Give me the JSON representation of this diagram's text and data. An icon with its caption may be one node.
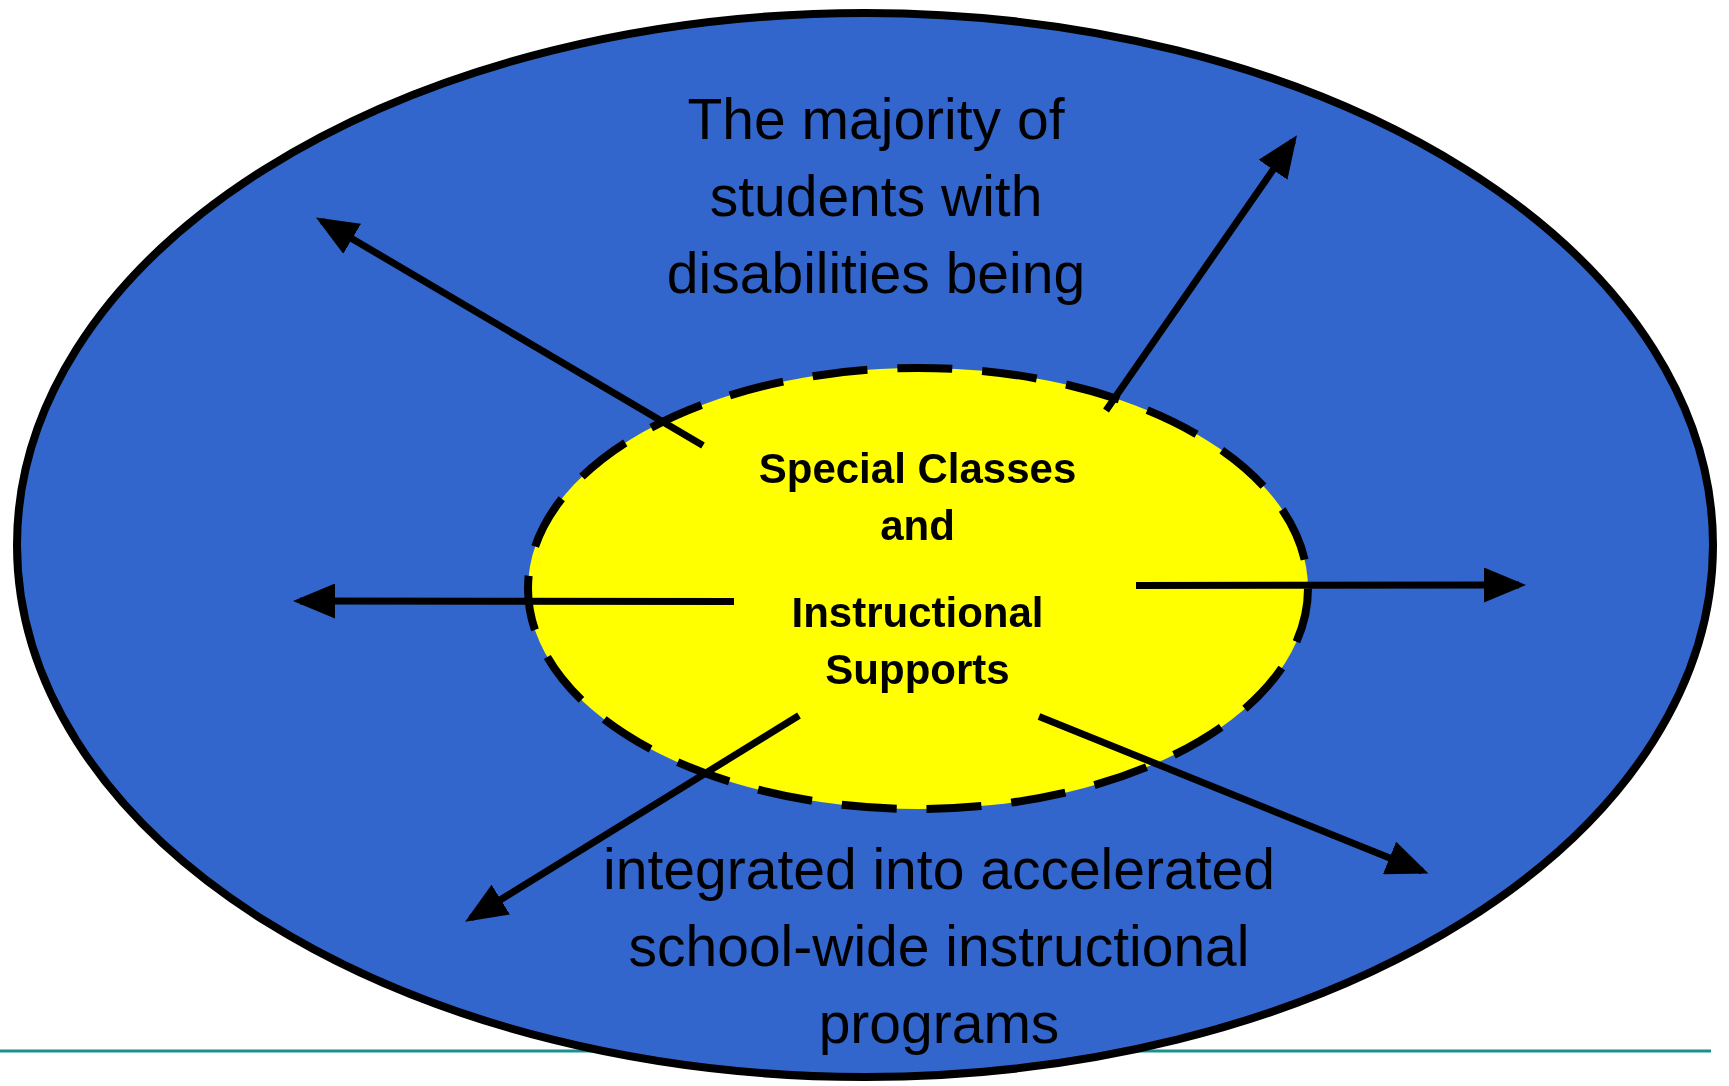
{
  "diagram": {
    "nodes": [
      {
        "text": [
          "The majority of students with disabilities being",
          "integrated into accelerated school-wide instructional programs"
        ]
      },
      {
        "text": [
          "Special Classes and",
          "Instructional Supports"
        ],
        "in": 0
      }
    ],
    "edges": [
      {
        "from": 1,
        "to": null,
        "arrow": "to"
      },
      {
        "from": 1,
        "to": null,
        "arrow": "to"
      },
      {
        "from": 1,
        "to": null,
        "arrow": "to"
      },
      {
        "from": 1,
        "to": null,
        "arrow": "to"
      },
      {
        "from": 1,
        "to": null,
        "arrow": "to"
      },
      {
        "from": 1,
        "to": null,
        "arrow": "to"
      }
    ]
  }
}
